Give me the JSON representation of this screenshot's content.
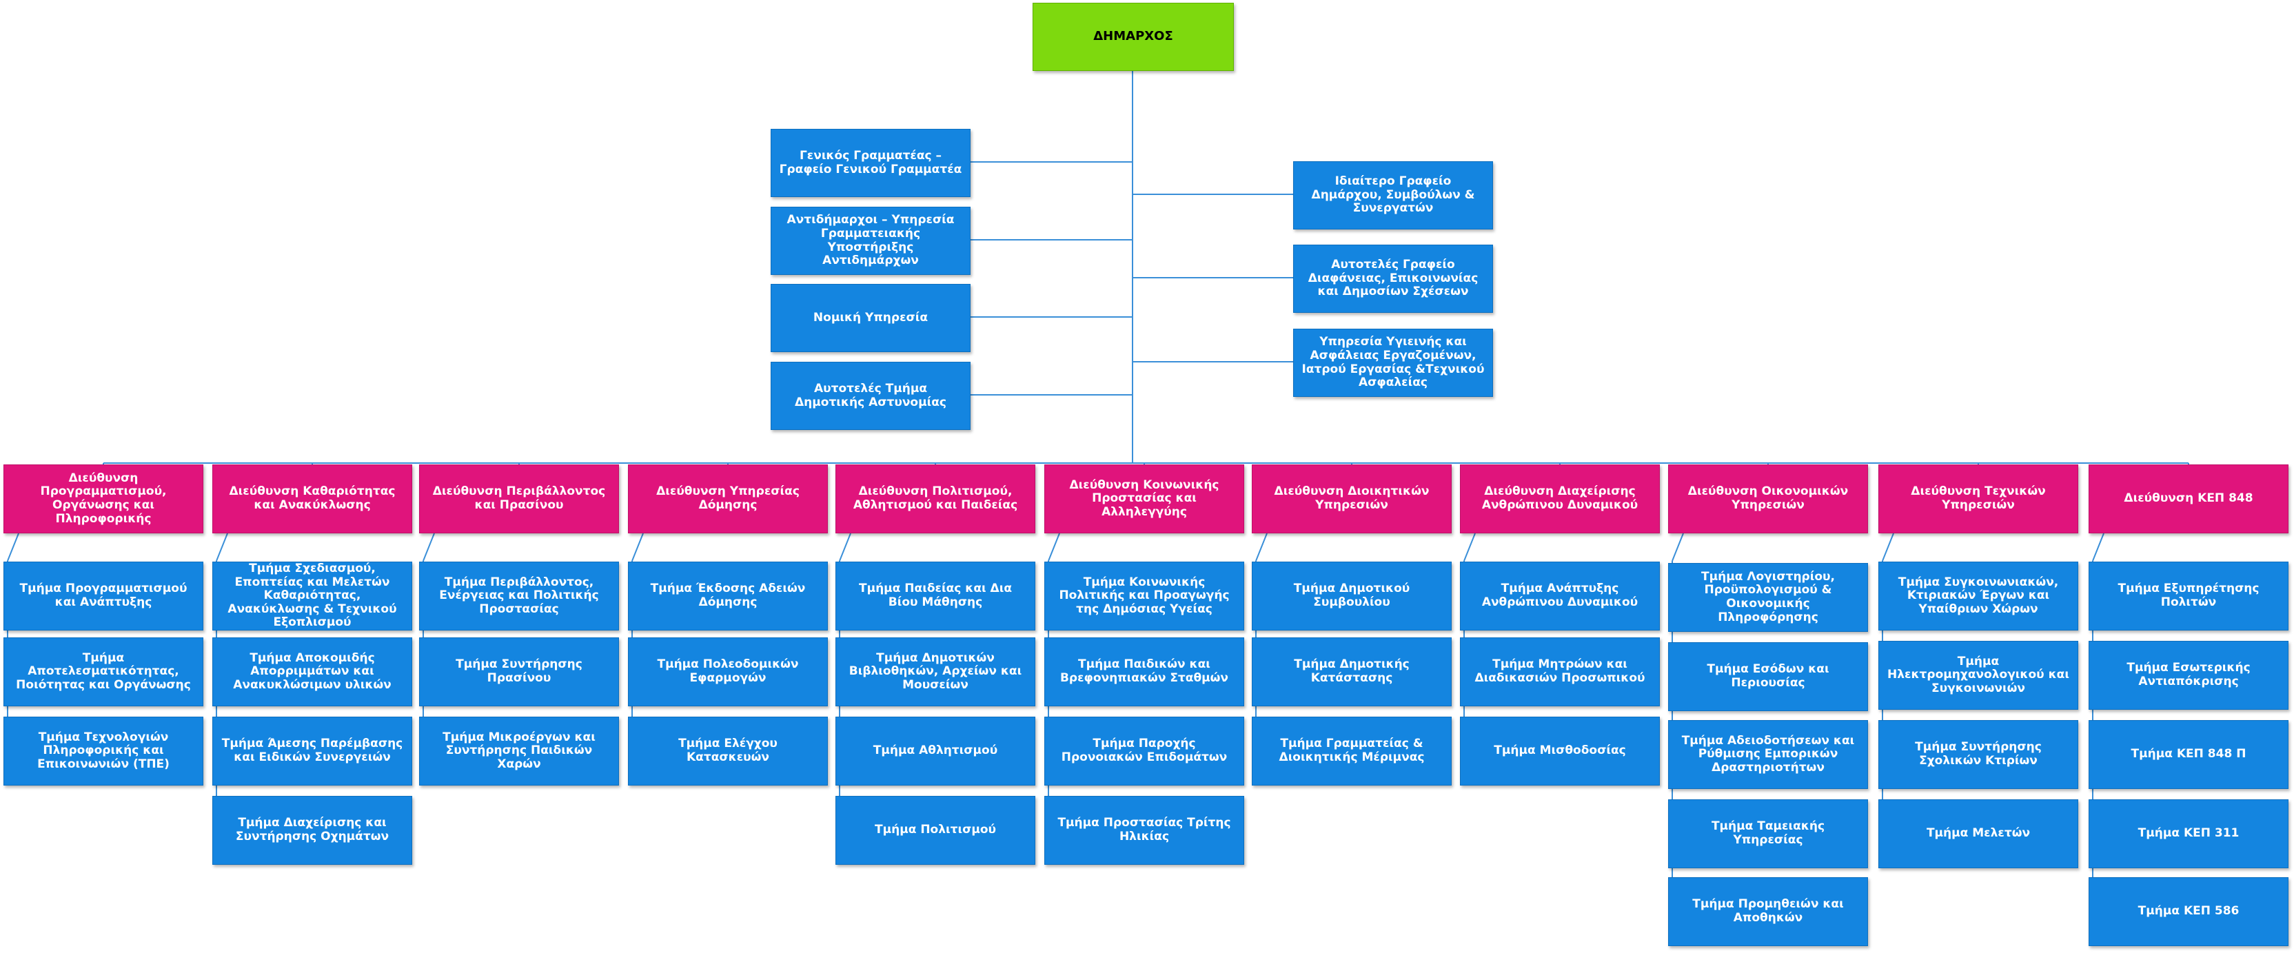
{
  "mayor": "ΔΗΜΑΡΧΟΣ",
  "staff_left": [
    "Γενικός Γραμματέας – Γραφείο Γενικού Γραμματέα",
    "Αντιδήμαρχοι – Υπηρεσία Γραμματειακής Υποστήριξης Αντιδημάρχων",
    "Νομική Υπηρεσία",
    "Αυτοτελές Τμήμα Δημοτικής Αστυνομίας"
  ],
  "staff_right": [
    "Ιδιαίτερο Γραφείο Δημάρχου, Συμβούλων & Συνεργατών",
    "Αυτοτελές Γραφείο Διαφάνειας, Επικοινωνίας και Δημοσίων Σχέσεων",
    "Υπηρεσία Υγιεινής και Ασφάλειας Εργαζομένων, Ιατρού Εργασίας &Τεχνικού Ασφαλείας"
  ],
  "directorates": [
    {
      "name": "Διεύθυνση Προγραμματισμού, Οργάνωσης και Πληροφορικής",
      "departments": [
        "Τμήμα Προγραμματισμού και Ανάπτυξης",
        "Τμήμα Αποτελεσματικότητας, Ποιότητας και Οργάνωσης",
        "Τμήμα Τεχνολογιών Πληροφορικής και Επικοινωνιών (ΤΠΕ)"
      ]
    },
    {
      "name": "Διεύθυνση Καθαριότητας και Ανακύκλωσης",
      "departments": [
        "Τμήμα Σχεδιασμού, Εποπτείας και Μελετών Καθαριότητας, Ανακύκλωσης & Τεχνικού Εξοπλισμού",
        "Τμήμα Αποκομιδής Απορριμμάτων και Ανακυκλώσιμων υλικών",
        "Τμήμα Άμεσης Παρέμβασης και Ειδικών Συνεργειών",
        "Τμήμα Διαχείρισης και Συντήρησης Οχημάτων"
      ]
    },
    {
      "name": "Διεύθυνση Περιβάλλοντος και Πρασίνου",
      "departments": [
        "Τμήμα Περιβάλλοντος, Ενέργειας και Πολιτικής Προστασίας",
        "Τμήμα Συντήρησης Πρασίνου",
        "Τμήμα Μικροέργων και Συντήρησης Παιδικών Χαρών"
      ]
    },
    {
      "name": "Διεύθυνση Υπηρεσίας Δόμησης",
      "departments": [
        "Τμήμα Έκδοσης Αδειών Δόμησης",
        "Τμήμα Πολεοδομικών Εφαρμογών",
        "Τμήμα Ελέγχου Κατασκευών"
      ]
    },
    {
      "name": "Διεύθυνση Πολιτισμού, Αθλητισμού και Παιδείας",
      "departments": [
        "Τμήμα Παιδείας και Δια Βίου Μάθησης",
        "Τμήμα Δημοτικών Βιβλιοθηκών, Αρχείων και Μουσείων",
        "Τμήμα Αθλητισμού",
        "Τμήμα Πολιτισμού"
      ]
    },
    {
      "name": "Διεύθυνση Κοινωνικής Προστασίας και Αλληλεγγύης",
      "departments": [
        "Τμήμα Κοινωνικής Πολιτικής και Προαγωγής της Δημόσιας Υγείας",
        "Τμήμα Παιδικών και Βρεφονηπιακών Σταθμών",
        "Τμήμα Παροχής Προνοιακών Επιδομάτων",
        "Τμήμα Προστασίας Τρίτης Ηλικίας"
      ]
    },
    {
      "name": "Διεύθυνση Διοικητικών Υπηρεσιών",
      "departments": [
        "Τμήμα Δημοτικού Συμβουλίου",
        "Τμήμα Δημοτικής Κατάστασης",
        "Τμήμα Γραμματείας & Διοικητικής Μέριμνας"
      ]
    },
    {
      "name": "Διεύθυνση Διαχείρισης Ανθρώπινου Δυναμικού",
      "departments": [
        "Τμήμα Ανάπτυξης Ανθρώπινου Δυναμικού",
        "Τμήμα Μητρώων και Διαδικασιών Προσωπικού",
        "Τμήμα Μισθοδοσίας"
      ]
    },
    {
      "name": "Διεύθυνση Οικονομικών Υπηρεσιών",
      "departments": [
        "Τμήμα Λογιστηρίου, Προϋπολογισμού & Οικονομικής Πληροφόρησης",
        "Τμήμα Εσόδων και Περιουσίας",
        "Τμήμα Αδειοδοτήσεων και Ρύθμισης Εμπορικών Δραστηριοτήτων",
        "Τμήμα Ταμειακής Υπηρεσίας",
        "Τμήμα Προμηθειών και Αποθηκών"
      ]
    },
    {
      "name": "Διεύθυνση Τεχνικών Υπηρεσιών",
      "departments": [
        "Τμήμα Συγκοινωνιακών, Κτιριακών Έργων και Υπαίθριων Χώρων",
        "Τμήμα Ηλεκτρομηχανολογικού και Συγκοινωνιών",
        "Τμήμα Συντήρησης Σχολικών Κτιρίων",
        "Τμήμα Μελετών"
      ]
    },
    {
      "name": "Διεύθυνση ΚΕΠ 848",
      "departments": [
        "Τμήμα Εξυπηρέτησης Πολιτών",
        "Τμήμα Εσωτερικής Αντιαπόκρισης",
        "Τμήμα ΚΕΠ 848 Π",
        "Τμήμα ΚΕΠ 311",
        "Τμήμα ΚΕΠ 586"
      ]
    }
  ],
  "colors": {
    "mayor": "#7ed90e",
    "directorate": "#e0147c",
    "unit": "#1485e0",
    "line": "#3a8fd8"
  }
}
